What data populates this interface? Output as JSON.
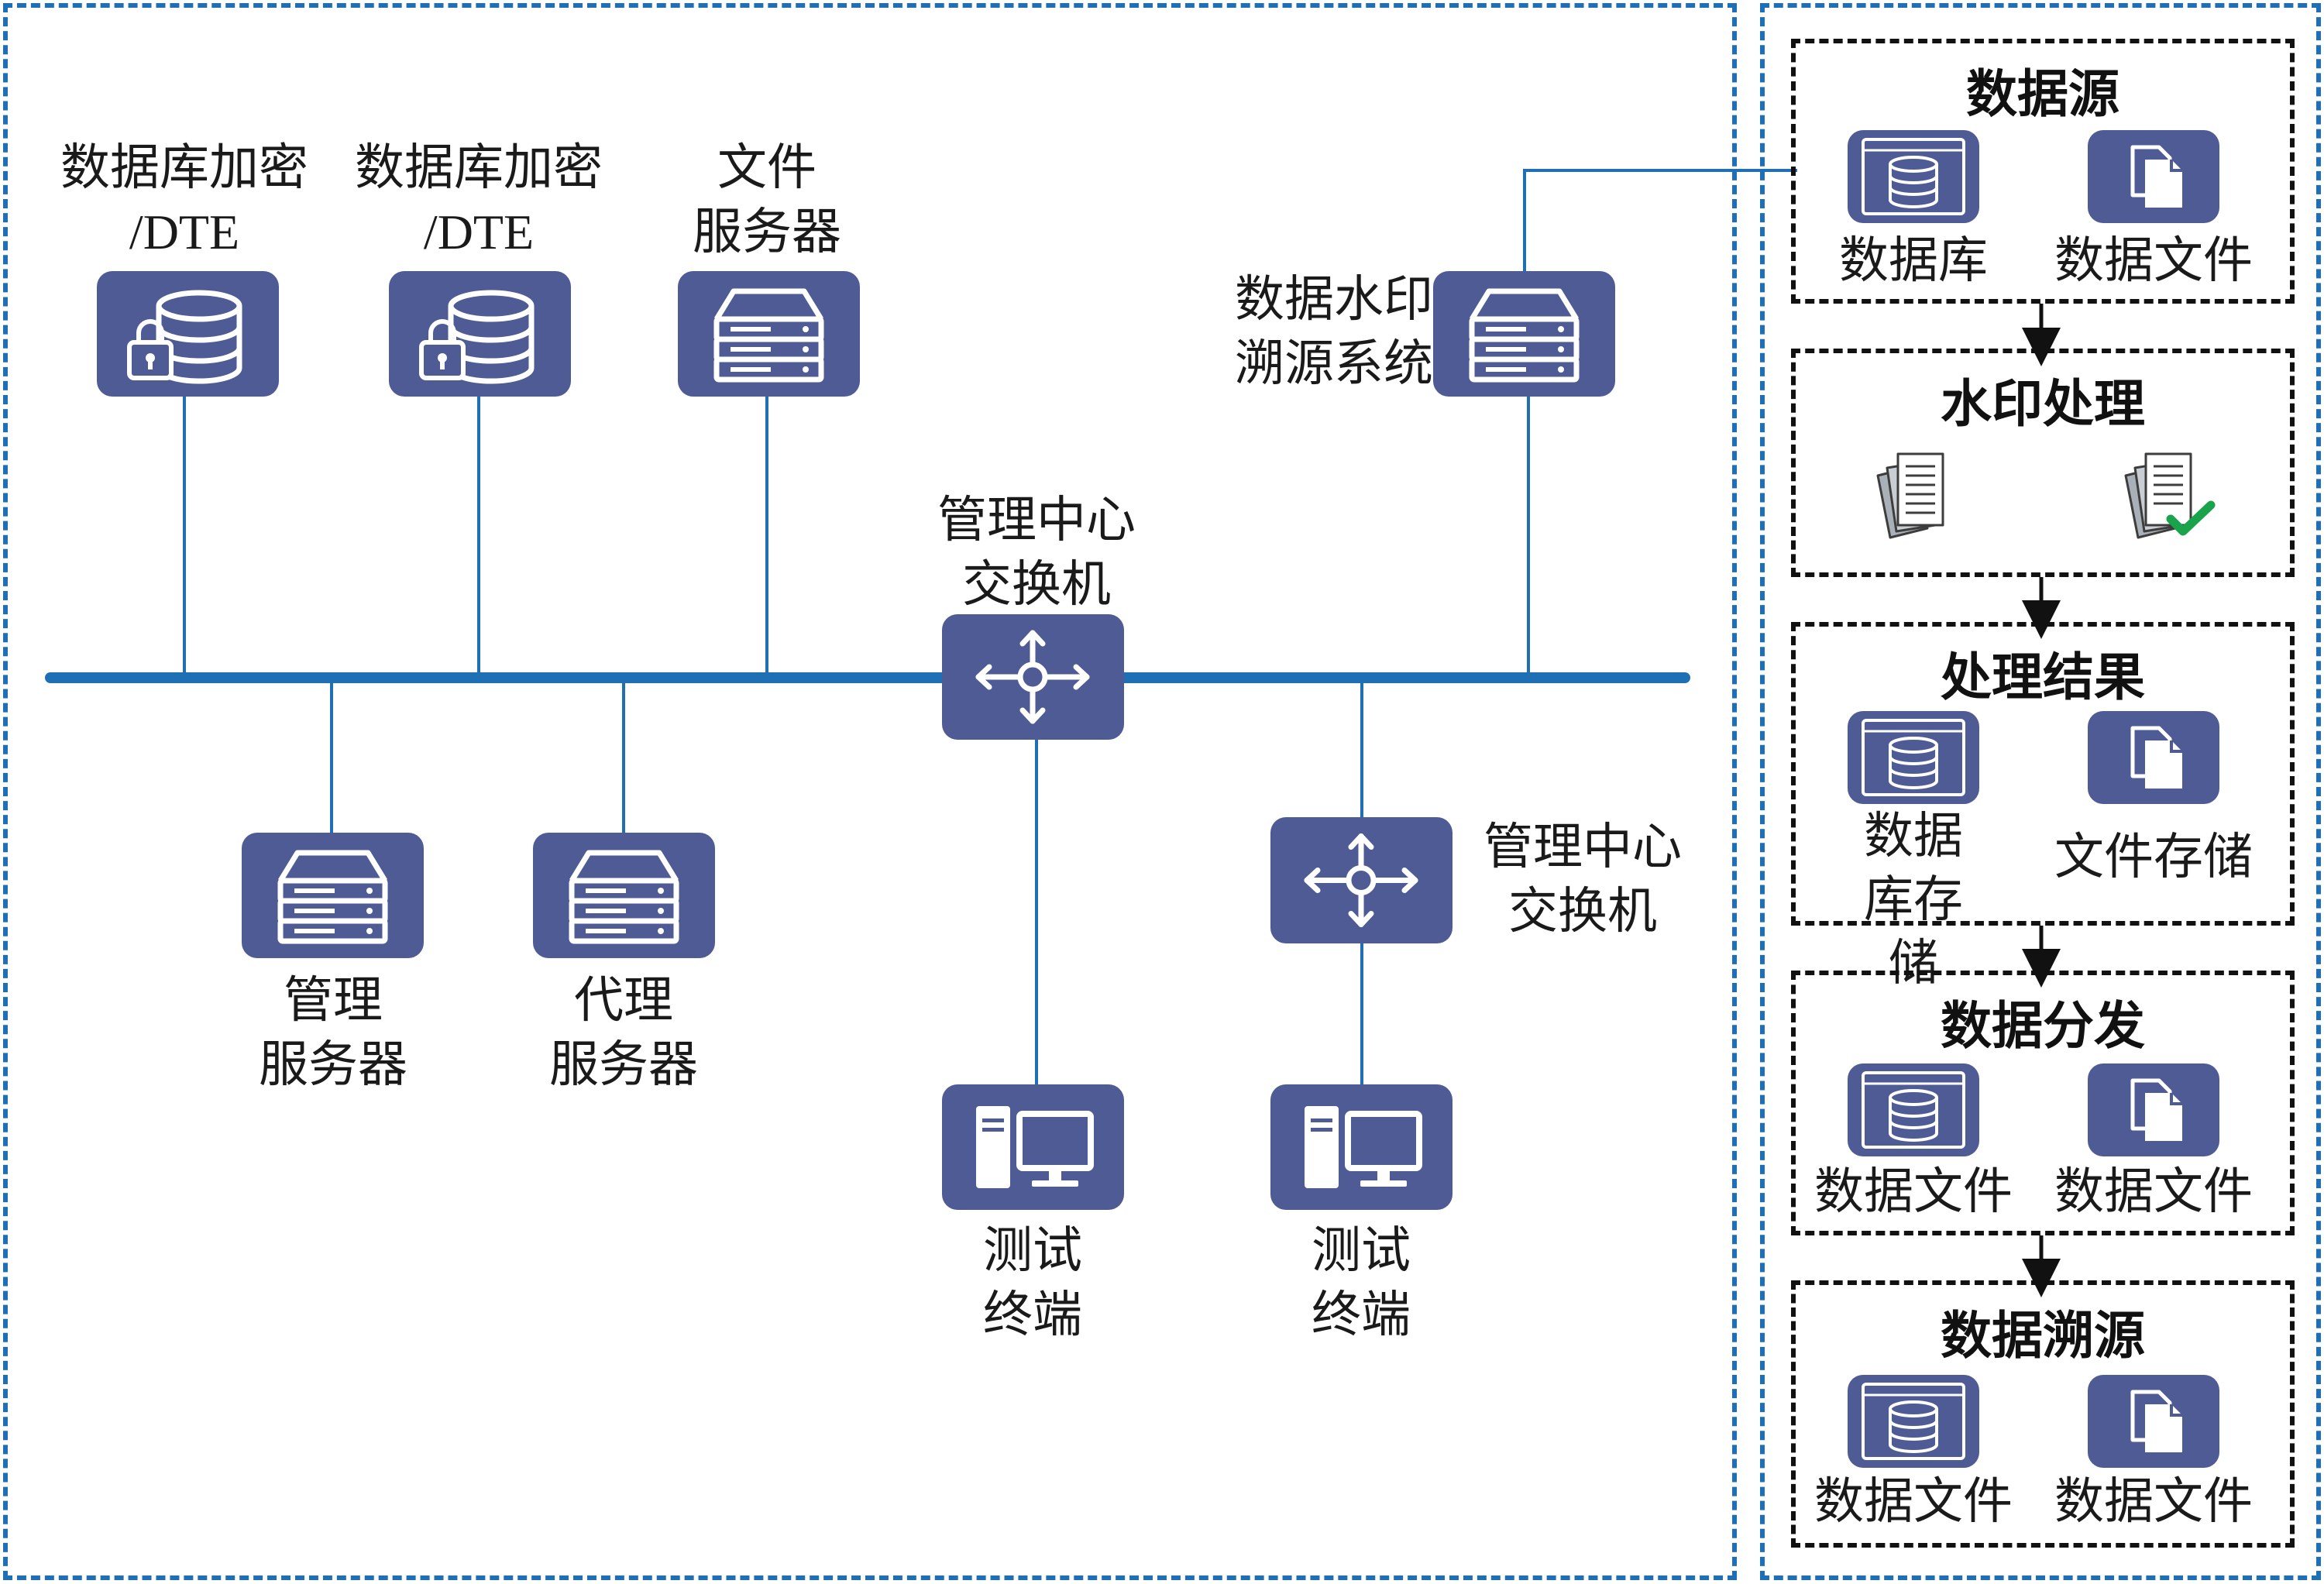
{
  "network": {
    "db_encrypt_1": {
      "line1": "数据库加密",
      "line2": "/DTE"
    },
    "db_encrypt_2": {
      "line1": "数据库加密",
      "line2": "/DTE"
    },
    "file_server": {
      "line1": "文件",
      "line2": "服务器"
    },
    "watermark_system": {
      "line1": "数据水印",
      "line2": "溯源系统"
    },
    "core_switch": {
      "line1": "管理中心",
      "line2": "交换机"
    },
    "mgmt_server": {
      "line1": "管理",
      "line2": "服务器"
    },
    "proxy_server": {
      "line1": "代理",
      "line2": "服务器"
    },
    "sub_switch": {
      "line1": "管理中心",
      "line2": "交换机"
    },
    "terminal_1": {
      "line1": "测试",
      "line2": "终端"
    },
    "terminal_2": {
      "line1": "测试",
      "line2": "终端"
    }
  },
  "flow": {
    "steps": [
      {
        "title": "数据源",
        "items": [
          "数据库",
          "数据文件"
        ]
      },
      {
        "title": "水印处理",
        "items": []
      },
      {
        "title": "处理结果",
        "items": [
          "数据库存储",
          "文件存储"
        ]
      },
      {
        "title": "数据分发",
        "items": [
          "数据文件",
          "数据文件"
        ]
      },
      {
        "title": "数据溯源",
        "items": [
          "数据文件",
          "数据文件"
        ]
      }
    ]
  },
  "colors": {
    "frame": "#1f6fb5",
    "line": "#1f6fb5",
    "icon_fill": "#4f5b95",
    "check": "#19a34a"
  }
}
